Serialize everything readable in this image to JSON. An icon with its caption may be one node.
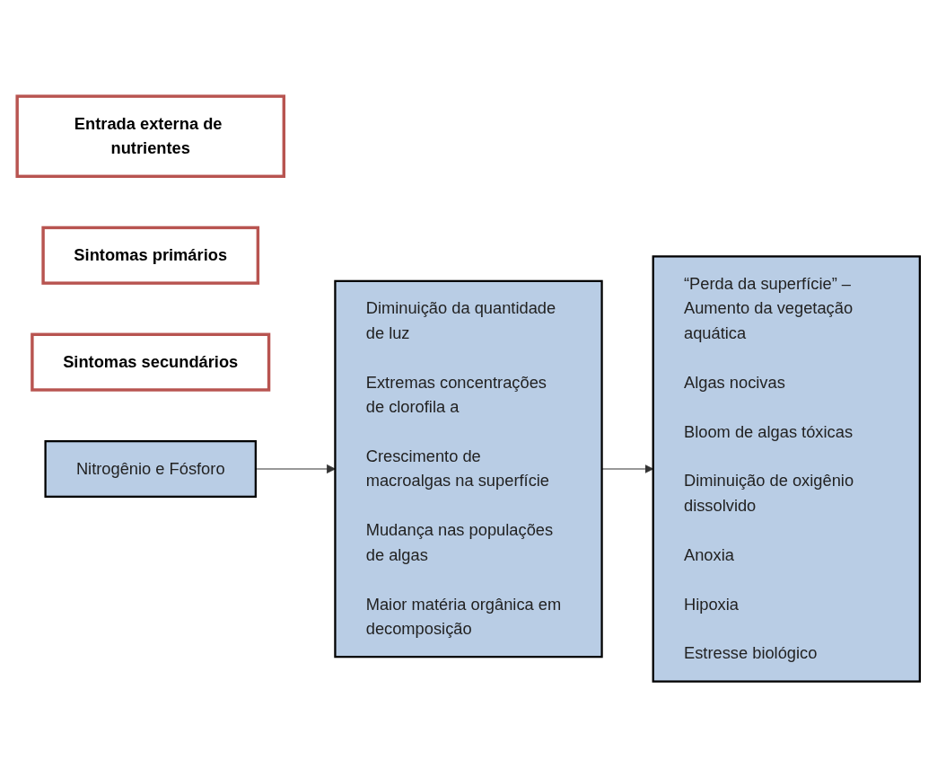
{
  "diagram": {
    "nodes": [
      {
        "text": [
          "Entrada externa de nutrientes"
        ]
      },
      {
        "text": [
          "Sintomas primários"
        ]
      },
      {
        "text": [
          "Sintomas secundários"
        ]
      },
      {
        "text": [
          "Nitrogênio e Fósforo"
        ]
      },
      {
        "text": [
          "Diminuição da quantidade de luz",
          "Extremas concentrações de clorofila a",
          "Crescimento de macroalgas na superfície",
          "Mudança nas populações de algas",
          "Maior matéria orgânica em decomposição"
        ]
      },
      {
        "text": [
          "“Perda da superfície” – Aumento da vegetação aquática",
          "Algas nocivas",
          "Bloom de algas tóxicas",
          "Diminuição de oxigênio dissolvido",
          "Anoxia",
          "Hipoxia",
          "Estresse biológico"
        ]
      }
    ],
    "edges": [
      {
        "from": 3,
        "to": 4,
        "arrow": "to"
      },
      {
        "from": 4,
        "to": 5,
        "arrow": "to"
      }
    ]
  }
}
